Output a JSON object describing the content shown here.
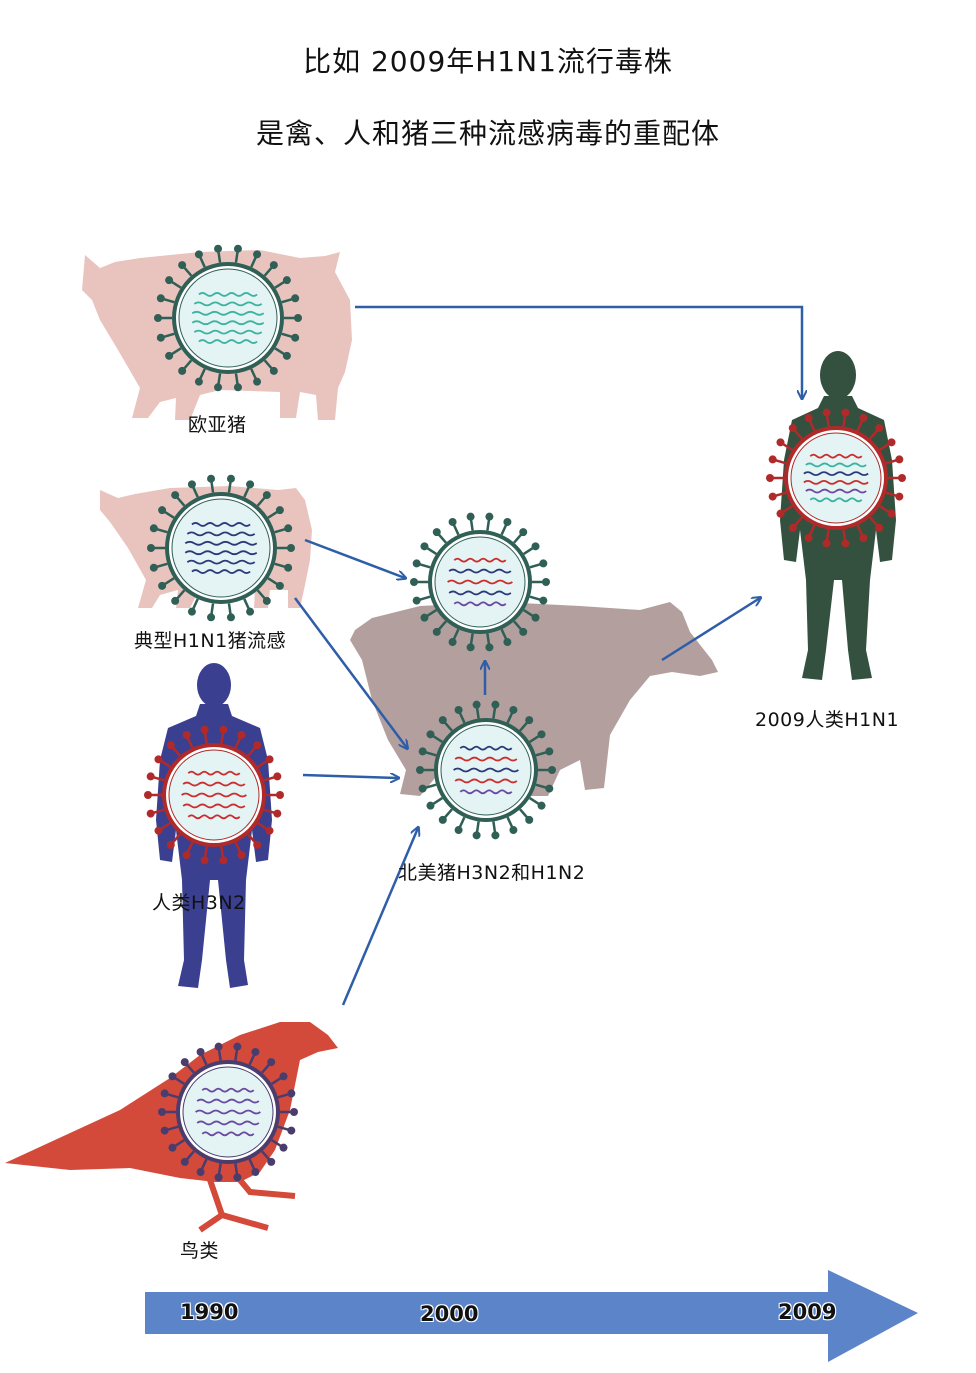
{
  "title": {
    "line1": "比如 2009年H1N1流行毒株",
    "line2": "是禽、人和猪三种流感病毒的重配体"
  },
  "hosts": {
    "eurasian_swine": "欧亚猪",
    "classical_swine": "典型H1N1猪流感",
    "human_h3n2": "人类H3N2",
    "avian": "鸟类",
    "na_swine": "北美猪H3N2和H1N2",
    "human_2009": "2009人类H1N1"
  },
  "timeline": {
    "ticks": [
      "1990",
      "2000",
      "2009"
    ],
    "arrow_color": "#5b84c9"
  },
  "colors": {
    "pig_light": "#e9c4bf",
    "pig_grey": "#b49f9f",
    "human_blue": "#3a3f90",
    "human_green": "#34503f",
    "bird_red": "#d44a3a",
    "virus_teal": "#2f5f55",
    "virus_red": "#b02a2a",
    "virus_purple": "#4a3d6e",
    "arrow_blue": "#2e5ea8"
  }
}
